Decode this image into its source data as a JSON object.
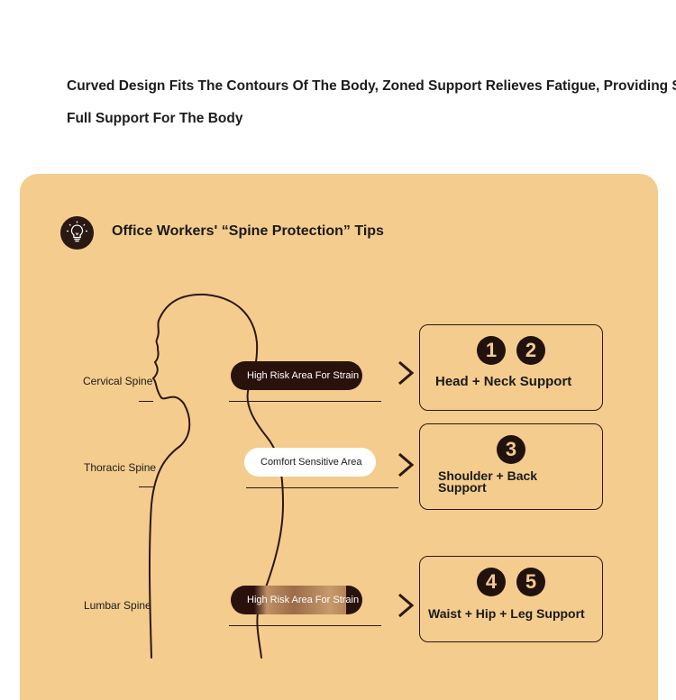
{
  "headline": {
    "line1": "Curved Design Fits The Contours Of The Body, Zoned Support Relieves Fatigue, Providing Soft",
    "line2": "Full Support For The Body"
  },
  "tips": {
    "icon": "lightbulb-icon",
    "title": "Office Workers' “Spine Protection” Tips"
  },
  "spine_labels": {
    "cervical": "Cervical Spine",
    "thoracic": "Thoracic Spine",
    "lumbar": "Lumbar Spine"
  },
  "areas": {
    "neck": "High Risk Area For Strain",
    "back": "Comfort Sensitive Area",
    "waist": "High Risk Area For Strain"
  },
  "cards": [
    {
      "numbers": [
        "1",
        "2"
      ],
      "label": "Head + Neck Support"
    },
    {
      "numbers": [
        "3"
      ],
      "label": "Shoulder + Back Support"
    },
    {
      "numbers": [
        "4",
        "5"
      ],
      "label": "Waist + Hip + Leg Support"
    }
  ],
  "colors": {
    "panel": "#f4cc8e",
    "dark_brown": "#2a120c"
  }
}
